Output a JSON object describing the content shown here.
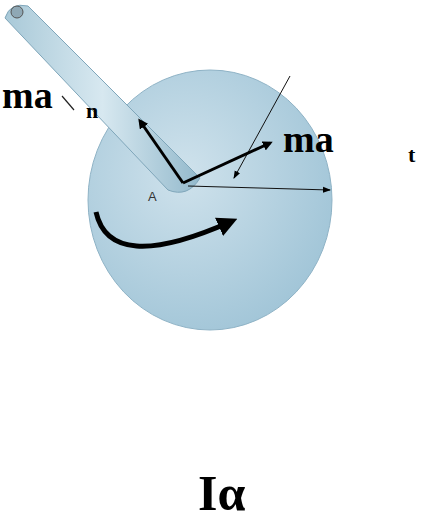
{
  "diagram": {
    "labels": [
      "ma",
      "n",
      "ma",
      "t",
      "Iα",
      "A"
    ]
  }
}
